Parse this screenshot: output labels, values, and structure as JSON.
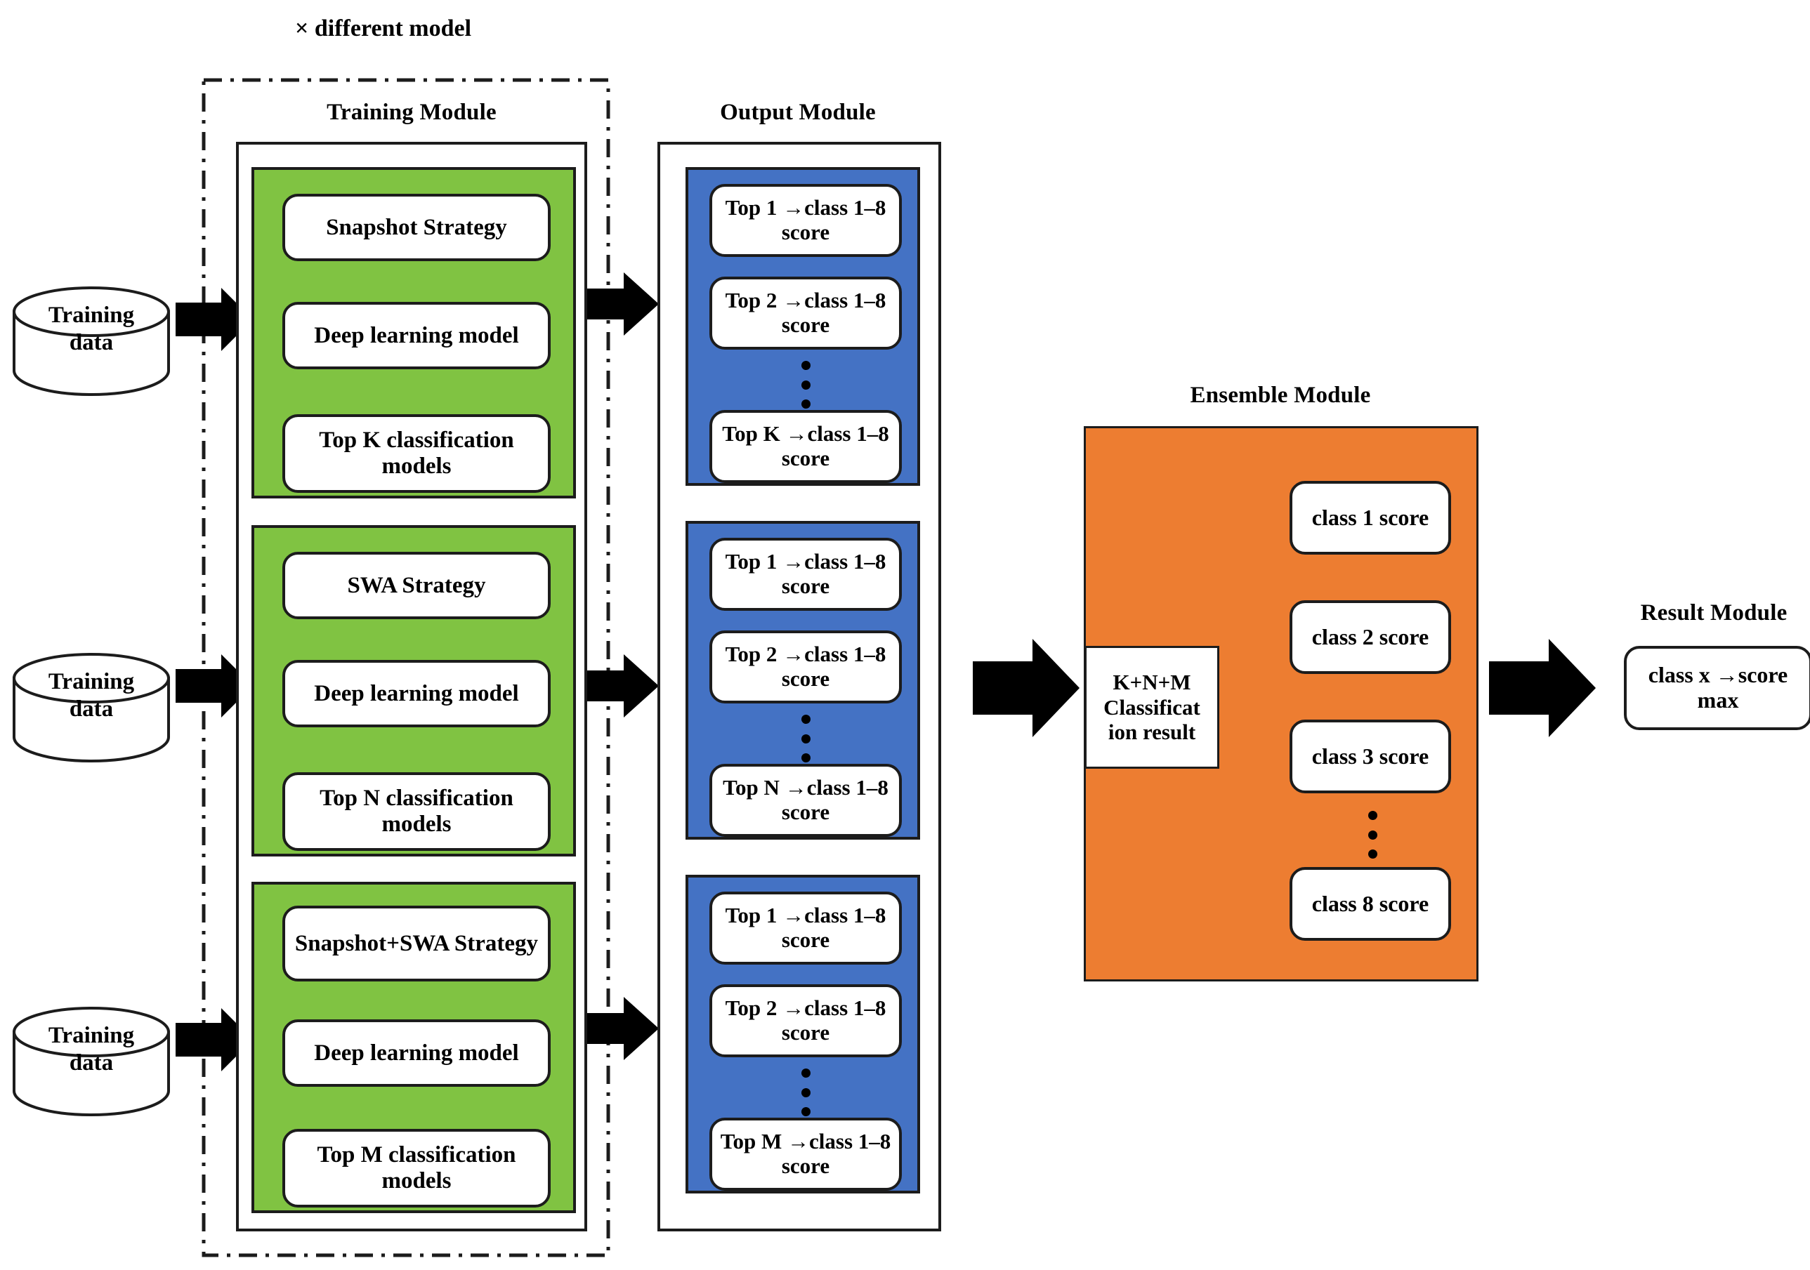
{
  "top_note": "× different model",
  "colors": {
    "green": "#80C342",
    "blue": "#4472C4",
    "orange": "#ED7D31",
    "outline": "#1c1c1c",
    "background": "#ffffff"
  },
  "modules": {
    "training": {
      "title": "Training Module"
    },
    "output": {
      "title": "Output Module"
    },
    "ensemble": {
      "title": "Ensemble Module"
    },
    "result": {
      "title": "Result Module"
    }
  },
  "datasources": [
    {
      "line1": "Training",
      "line2": "data"
    },
    {
      "line1": "Training",
      "line2": "data"
    },
    {
      "line1": "Training",
      "line2": "data"
    }
  ],
  "training_pipelines": [
    {
      "strategy": "Snapshot Strategy",
      "model": "Deep learning model",
      "output": "Top K classification models"
    },
    {
      "strategy": "SWA Strategy",
      "model": "Deep learning model",
      "output": "Top N classification models"
    },
    {
      "strategy": "Snapshot+SWA Strategy",
      "model": "Deep learning model",
      "output": "Top M classification models"
    }
  ],
  "output_groups": [
    {
      "items": [
        "Top 1 →class 1–8 score",
        "Top 2 →class 1–8 score",
        "Top K →class 1–8 score"
      ],
      "ellipsis": "⋮"
    },
    {
      "items": [
        "Top 1 →class 1–8 score",
        "Top 2 →class 1–8 score",
        "Top N →class 1–8 score"
      ],
      "ellipsis": "⋮"
    },
    {
      "items": [
        "Top 1 →class 1–8 score",
        "Top 2 →class 1–8 score",
        "Top M →class 1–8 score"
      ],
      "ellipsis": "⋮"
    }
  ],
  "ensemble": {
    "aggregate_box": "K+N+M Classificat ion result",
    "class_scores": [
      "class 1 score",
      "class 2 score",
      "class 3 score",
      "class 8 score"
    ],
    "ellipsis": "⋮"
  },
  "result": {
    "box": "class x →score max"
  },
  "icons": {
    "flow_arrow": "right-arrow-icon",
    "database": "database-cylinder-icon",
    "down_arrow": "down-arrow-icon",
    "brace": "curly-brace-connector-icon"
  }
}
